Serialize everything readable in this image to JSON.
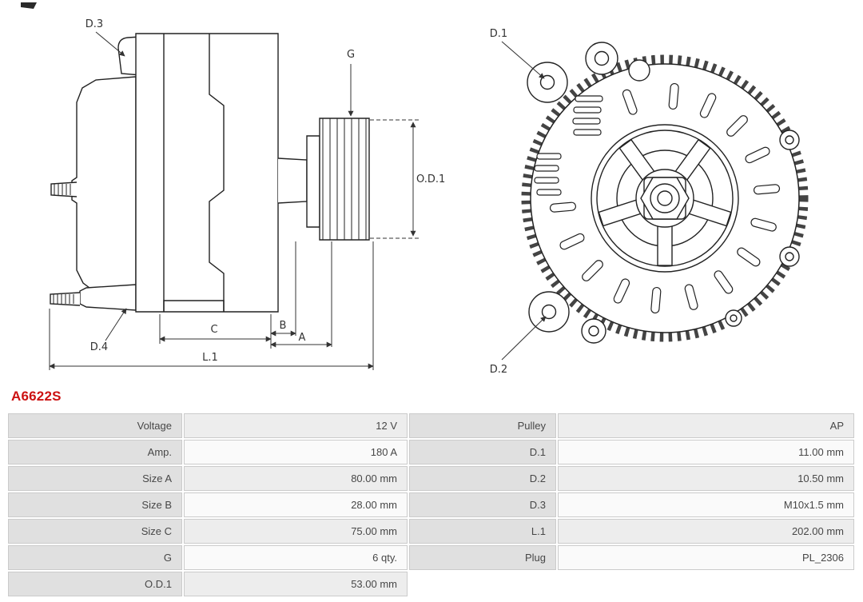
{
  "part_number": "A6622S",
  "colors": {
    "part_number_red": "#cc1111",
    "table_label_bg": "#e0e0e0",
    "table_value_bg_odd": "#ededed",
    "table_value_bg_even": "#fafafa",
    "table_border": "#cbcbcb",
    "drawing_line": "#222222"
  },
  "drawing": {
    "side_labels": {
      "d3": "D.3",
      "d4": "D.4",
      "g": "G",
      "od1": "O.D.1",
      "c": "C",
      "b": "B",
      "a": "A",
      "l1": "L.1"
    },
    "front_labels": {
      "d1": "D.1",
      "d2": "D.2"
    }
  },
  "specs": {
    "rows": [
      {
        "l1": "Voltage",
        "v1": "12 V",
        "l2": "Pulley",
        "v2": "AP"
      },
      {
        "l1": "Amp.",
        "v1": "180 A",
        "l2": "D.1",
        "v2": "11.00 mm"
      },
      {
        "l1": "Size A",
        "v1": "80.00 mm",
        "l2": "D.2",
        "v2": "10.50 mm"
      },
      {
        "l1": "Size B",
        "v1": "28.00 mm",
        "l2": "D.3",
        "v2": "M10x1.5 mm"
      },
      {
        "l1": "Size C",
        "v1": "75.00 mm",
        "l2": "L.1",
        "v2": "202.00 mm"
      },
      {
        "l1": "G",
        "v1": "6 qty.",
        "l2": "Plug",
        "v2": "PL_2306"
      },
      {
        "l1": "O.D.1",
        "v1": "53.00 mm",
        "l2": "",
        "v2": ""
      }
    ]
  }
}
